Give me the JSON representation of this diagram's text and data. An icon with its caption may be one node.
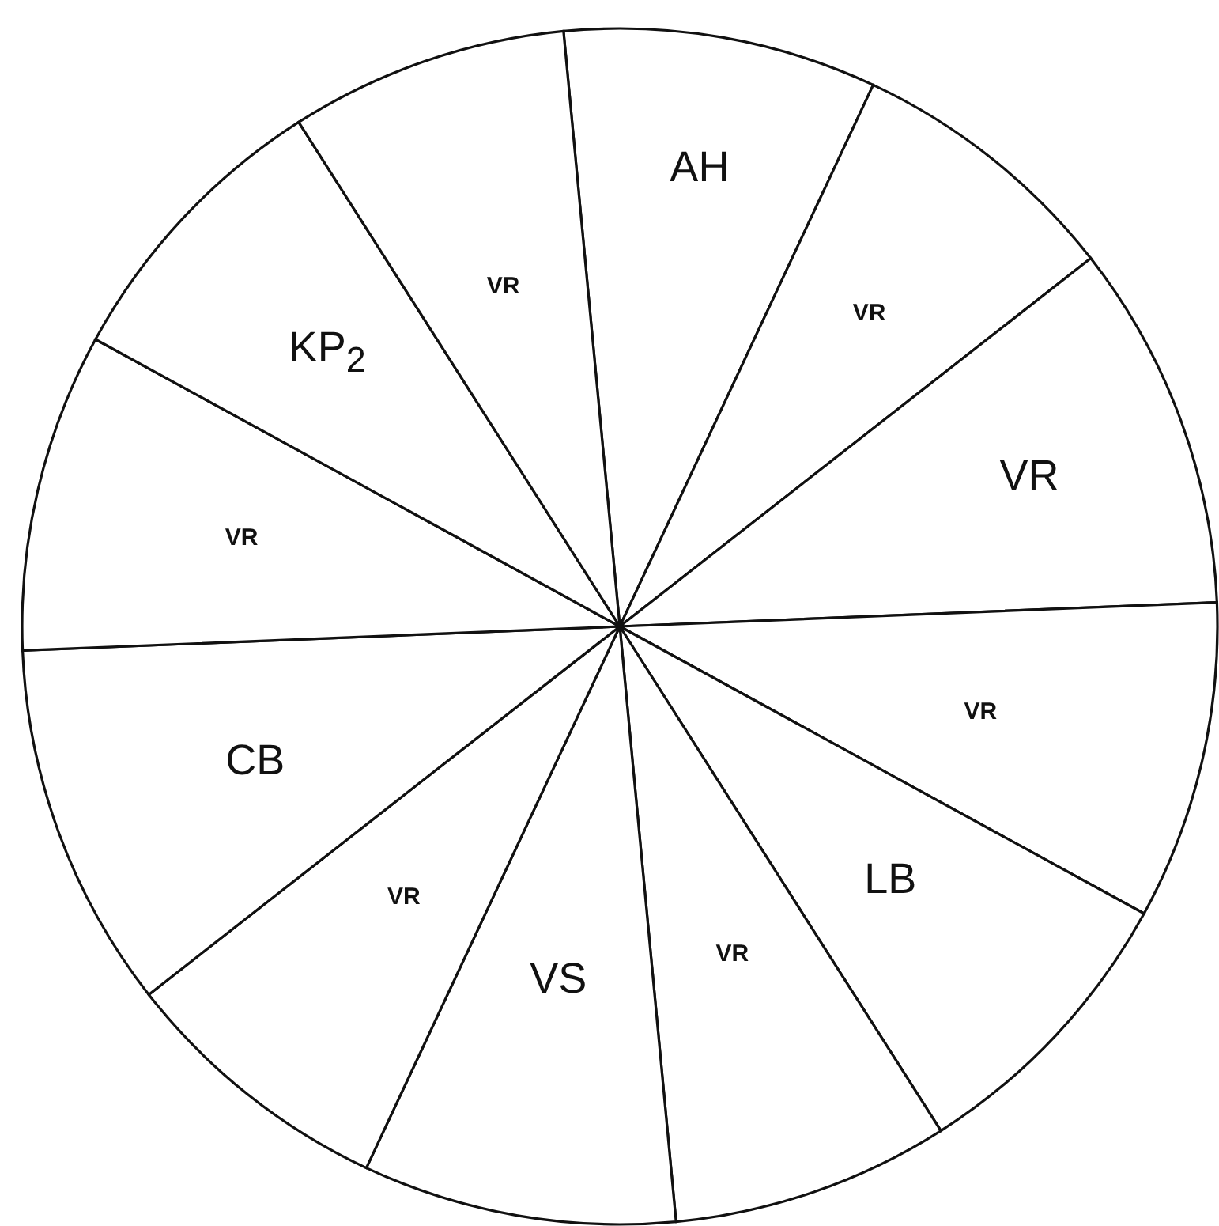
{
  "diagram": {
    "nodes": [
      {
        "text": [
          "AH"
        ]
      },
      {
        "text": [
          "VR"
        ]
      },
      {
        "text": [
          "VR"
        ]
      },
      {
        "text": [
          "VR"
        ]
      },
      {
        "text": [
          "LB"
        ]
      },
      {
        "text": [
          "VR"
        ]
      },
      {
        "text": [
          "VS"
        ]
      },
      {
        "text": [
          "VR"
        ]
      },
      {
        "text": [
          "CB"
        ]
      },
      {
        "text": [
          "VR"
        ]
      },
      {
        "text": [
          "KP$_{2}$"
        ]
      },
      {
        "text": [
          "VR"
        ]
      }
    ]
  }
}
